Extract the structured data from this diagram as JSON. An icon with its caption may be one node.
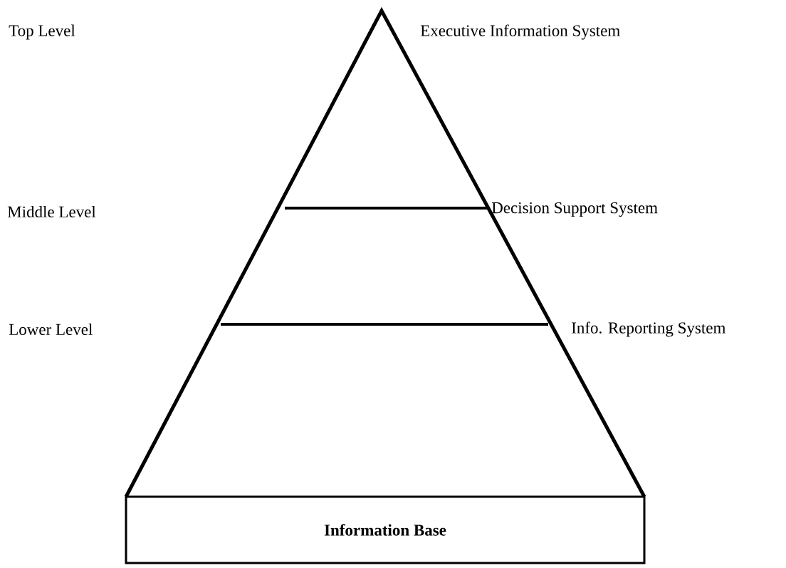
{
  "diagram": {
    "nodes": [
      {
        "text": [
          "Information Base"
        ]
      }
    ],
    "labels": [
      "Top Level",
      "Executive Information System",
      "Middle Level",
      "Decision Support System",
      "Lower Level",
      "Info. Reporting System"
    ]
  }
}
